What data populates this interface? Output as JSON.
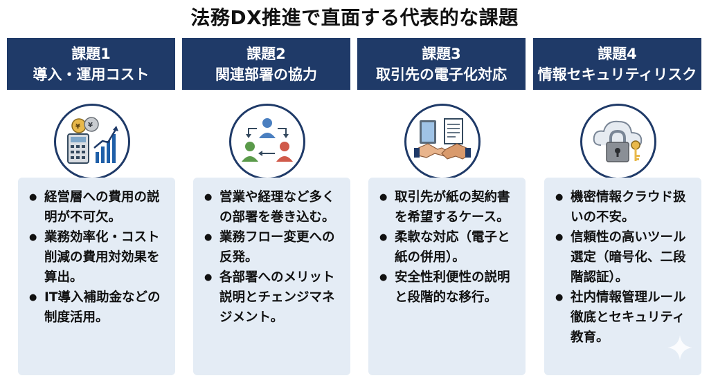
{
  "title": "法務DX推進で直面する代表的な課題",
  "columns": [
    {
      "heading_line1": "課題1",
      "heading_line2": "導入・運用コスト",
      "icon": "cost-calculator-icon",
      "bullets": [
        "経営層への費用の説明が不可欠。",
        "業務効率化・コスト削減の費用対効果を算出。",
        "IT導入補助金などの制度活用。"
      ]
    },
    {
      "heading_line1": "課題2",
      "heading_line2": "関連部署の協力",
      "icon": "team-collaboration-icon",
      "bullets": [
        "営業や経理など多くの部署を巻き込む。",
        "業務フロー変更への反発。",
        "各部署へのメリット説明とチェンジマネジメント。"
      ]
    },
    {
      "heading_line1": "課題3",
      "heading_line2": "取引先の電子化対応",
      "icon": "handshake-icon",
      "bullets": [
        "取引先が紙の契約書を希望するケース。",
        "柔軟な対応（電子と紙の併用）。",
        "安全性利便性の説明と段階的な移行。"
      ]
    },
    {
      "heading_line1": "課題4",
      "heading_line2": "情報セキュリティリスク",
      "icon": "cloud-lock-icon",
      "bullets": [
        "機密情報クラウド扱いの不安。",
        "信頼性の高いツール選定（暗号化、二段階認証）。",
        "社内情報管理ルール徹底とセキュリティ教育。"
      ]
    }
  ],
  "colors": {
    "header_bg": "#1f3a68",
    "panel_bg": "#e4ecf5"
  }
}
